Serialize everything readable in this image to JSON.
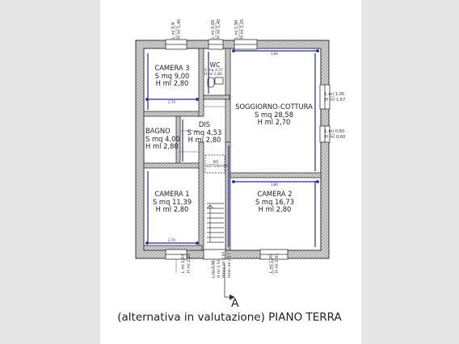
{
  "rooms": {
    "camera3": {
      "name": "CAMERA 3",
      "area": "S mq 9,00",
      "height": "H ml 2,80"
    },
    "wc": {
      "name": "WC",
      "area": "S mq 2,37",
      "height": "H ml 2,80"
    },
    "soggiorno": {
      "name": "SOGGIORNO-COTTURA",
      "area": "S mq 28,58",
      "height": "H ml 2,70"
    },
    "bagno": {
      "name": "BAGNO",
      "area": "S mq 4,00",
      "height": "H ml 2,80"
    },
    "dis": {
      "name": "DIS",
      "area": "S mq 4,53",
      "height": "H ml 2,80"
    },
    "camera1": {
      "name": "CAMERA 1",
      "area": "S mq 11,39",
      "height": "H ml 2,80"
    },
    "camera2": {
      "name": "CAMERA 2",
      "area": "S mq 16,73",
      "height": "H ml 2,80"
    },
    "ripostiglio": {
      "line1": "RIP.",
      "line2": "SOTTOSCALA"
    }
  },
  "openings": {
    "top_left": {
      "l": "L ml 0,9",
      "h": "H ml 1,40"
    },
    "top_wc": {
      "l": "L ml 0,60",
      "h": "H ml 1,40"
    },
    "top_right": {
      "l": "L ml 1,90",
      "h": "H ml 2,25"
    },
    "right_upper": {
      "l": "L ml 1,00",
      "h": "H ml 1,67"
    },
    "right_lower": {
      "l": "L ml 0,60",
      "h": "H ml 0,60"
    },
    "bottom_left": {
      "l": "L ml 1,03",
      "h": "H ml 2,20"
    },
    "bottom_door": {
      "l": "L ml 0,98",
      "h": "H ml 2,10"
    },
    "bottom_door_extra": {
      "l": "Hmax ml 2,60",
      "h": "Hmin ml 2,17"
    },
    "bottom_right": {
      "l": "L ml 1,20",
      "h": "H ml 2,01"
    }
  },
  "dimensions": {
    "camera3_width": "2,70",
    "soggiorno_width": "3,80",
    "camera1_width": "2,70",
    "camera2_width": "3,80"
  },
  "section_marker": "A",
  "caption": "(alternativa in valutazione) PIANO TERRA",
  "colors": {
    "wall_fill": "#c4c4c4",
    "wall_line": "#333333",
    "dimension_line": "#2a2aa0"
  }
}
